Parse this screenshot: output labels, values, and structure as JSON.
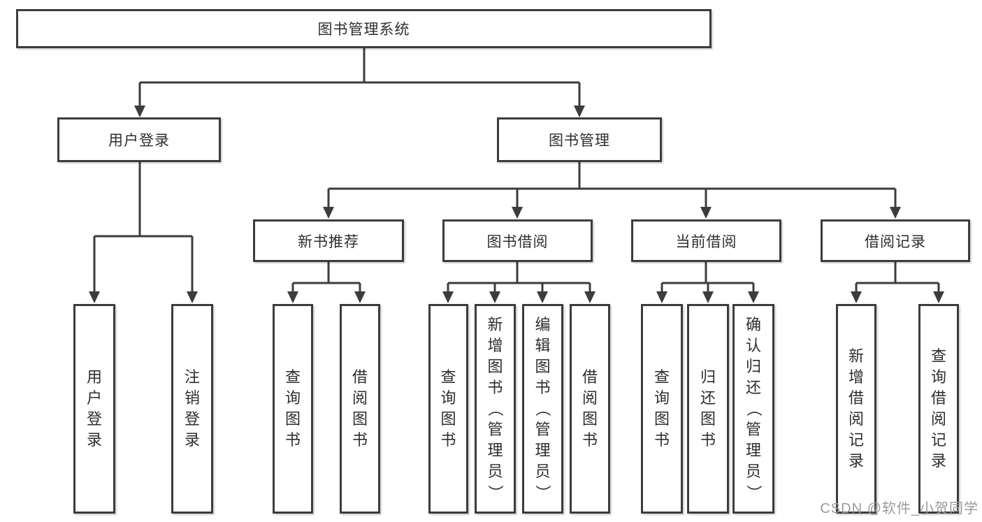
{
  "tree": {
    "label": "图书管理系统",
    "children": [
      {
        "label": "用户登录",
        "children": [
          {
            "label": "用户登录"
          },
          {
            "label": "注销登录"
          }
        ]
      },
      {
        "label": "图书管理",
        "children": [
          {
            "label": "新书推荐",
            "children": [
              {
                "label": "查询图书"
              },
              {
                "label": "借阅图书"
              }
            ]
          },
          {
            "label": "图书借阅",
            "children": [
              {
                "label": "查询图书"
              },
              {
                "label": "新增图书（管理员）"
              },
              {
                "label": "编辑图书（管理员）"
              },
              {
                "label": "借阅图书"
              }
            ]
          },
          {
            "label": "当前借阅",
            "children": [
              {
                "label": "查询图书"
              },
              {
                "label": "归还图书"
              },
              {
                "label": "确认归还（管理员）"
              }
            ]
          },
          {
            "label": "借阅记录",
            "children": [
              {
                "label": "新增借阅记录"
              },
              {
                "label": "查询借阅记录"
              }
            ]
          }
        ]
      }
    ]
  },
  "watermark": {
    "text": "CSDN @软件_小贺同学"
  },
  "colors": {
    "line": "#3c3c3c",
    "box_border": "#3c3c3c",
    "text": "#2e2e2e",
    "watermark": "#9b9b9b",
    "background": "#ffffff"
  }
}
